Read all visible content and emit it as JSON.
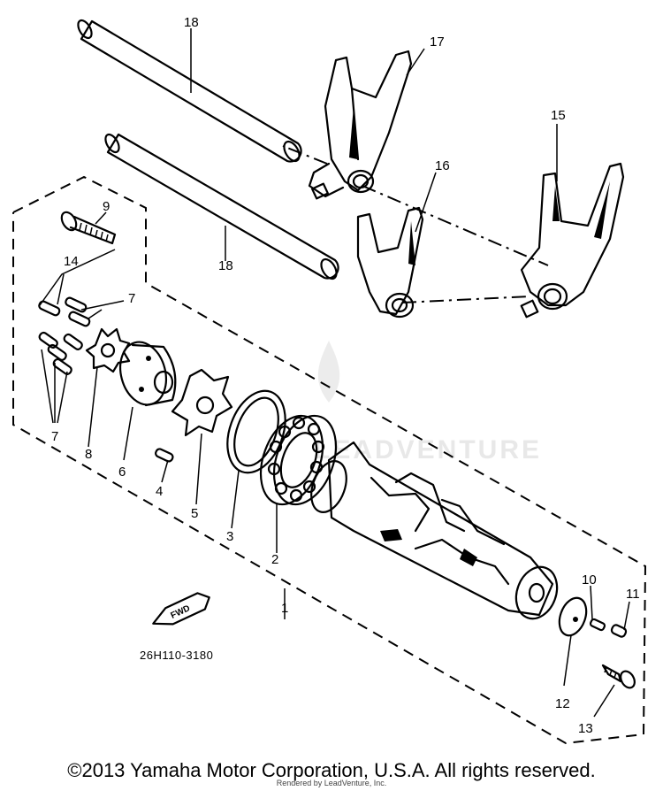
{
  "diagram": {
    "reference_code": "26H110-3180",
    "fwd_label": "FWD",
    "part_numbers": {
      "p1": "1",
      "p2": "2",
      "p3": "3",
      "p4": "4",
      "p5": "5",
      "p6": "6",
      "p7a": "7",
      "p7b": "7",
      "p8": "8",
      "p9": "9",
      "p10": "10",
      "p11": "11",
      "p12": "12",
      "p13": "13",
      "p14": "14",
      "p15": "15",
      "p16": "16",
      "p17": "17",
      "p18a": "18",
      "p18b": "18"
    }
  },
  "watermark": {
    "text": "LEADVENTURE"
  },
  "footer": {
    "copyright": "©2013 Yamaha Motor Corporation, U.S.A. All rights reserved.",
    "rendered_by": "Rendered by LeadVenture, Inc."
  }
}
